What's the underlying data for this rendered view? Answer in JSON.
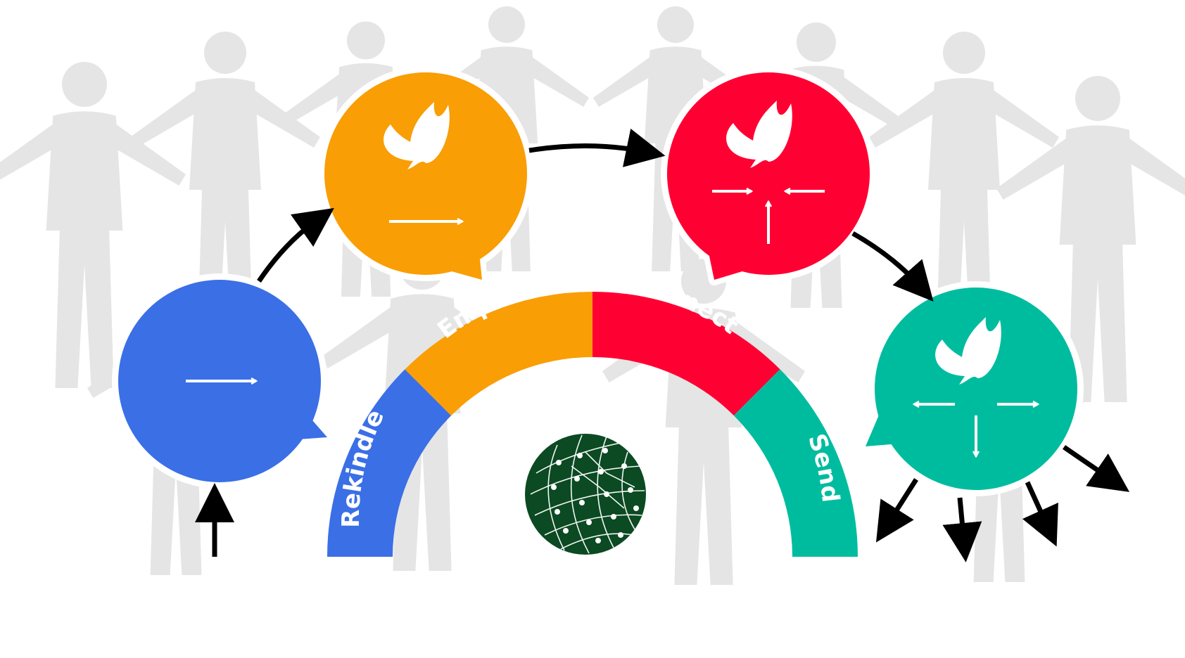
{
  "diagram": {
    "stages": [
      {
        "label": "Rekindle",
        "color": "#3A6FE6"
      },
      {
        "label": "Empower",
        "color": "#F99E05"
      },
      {
        "label": "Connect",
        "color": "#FF0033"
      },
      {
        "label": "Send",
        "color": "#00BC9F"
      }
    ],
    "bubbles": [
      {
        "name": "rekindle-bubble",
        "color": "#3A6FE6",
        "icon": "arrow-right-icon"
      },
      {
        "name": "empower-bubble",
        "color": "#F99E05",
        "icon": "dove-flame-arrow-right-icon"
      },
      {
        "name": "connect-bubble",
        "color": "#FF0033",
        "icon": "dove-flame-converging-arrows-icon"
      },
      {
        "name": "send-bubble",
        "color": "#00BC9F",
        "icon": "dove-flame-diverging-arrows-icon"
      }
    ],
    "globe_color": "#0B4A22",
    "silhouette_color": "#E5E5E5",
    "flow_arrow_color": "#000000"
  }
}
